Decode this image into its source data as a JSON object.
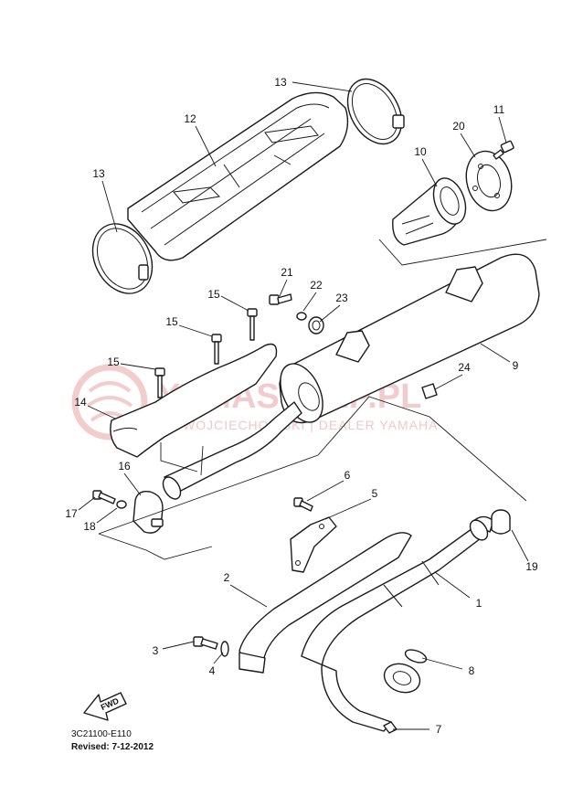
{
  "watermark": {
    "main": "YAMASKLEP.PL",
    "sub": "WOJCIECHOWSKI | DEALER YAMAHA"
  },
  "callouts": [
    {
      "id": "13a",
      "label": "13"
    },
    {
      "id": "12",
      "label": "12"
    },
    {
      "id": "13b",
      "label": "13"
    },
    {
      "id": "11",
      "label": "11"
    },
    {
      "id": "20",
      "label": "20"
    },
    {
      "id": "10",
      "label": "10"
    },
    {
      "id": "21",
      "label": "21"
    },
    {
      "id": "22",
      "label": "22"
    },
    {
      "id": "23",
      "label": "23"
    },
    {
      "id": "15a",
      "label": "15"
    },
    {
      "id": "15b",
      "label": "15"
    },
    {
      "id": "15c",
      "label": "15"
    },
    {
      "id": "9",
      "label": "9"
    },
    {
      "id": "24",
      "label": "24"
    },
    {
      "id": "14",
      "label": "14"
    },
    {
      "id": "16",
      "label": "16"
    },
    {
      "id": "6",
      "label": "6"
    },
    {
      "id": "5",
      "label": "5"
    },
    {
      "id": "17",
      "label": "17"
    },
    {
      "id": "18",
      "label": "18"
    },
    {
      "id": "19",
      "label": "19"
    },
    {
      "id": "2",
      "label": "2"
    },
    {
      "id": "1",
      "label": "1"
    },
    {
      "id": "3",
      "label": "3"
    },
    {
      "id": "4",
      "label": "4"
    },
    {
      "id": "8",
      "label": "8"
    },
    {
      "id": "7",
      "label": "7"
    }
  ],
  "fwd_label": "FWD",
  "footer": {
    "code": "3C21100-E110",
    "revised": "Revised: 7-12-2012"
  }
}
